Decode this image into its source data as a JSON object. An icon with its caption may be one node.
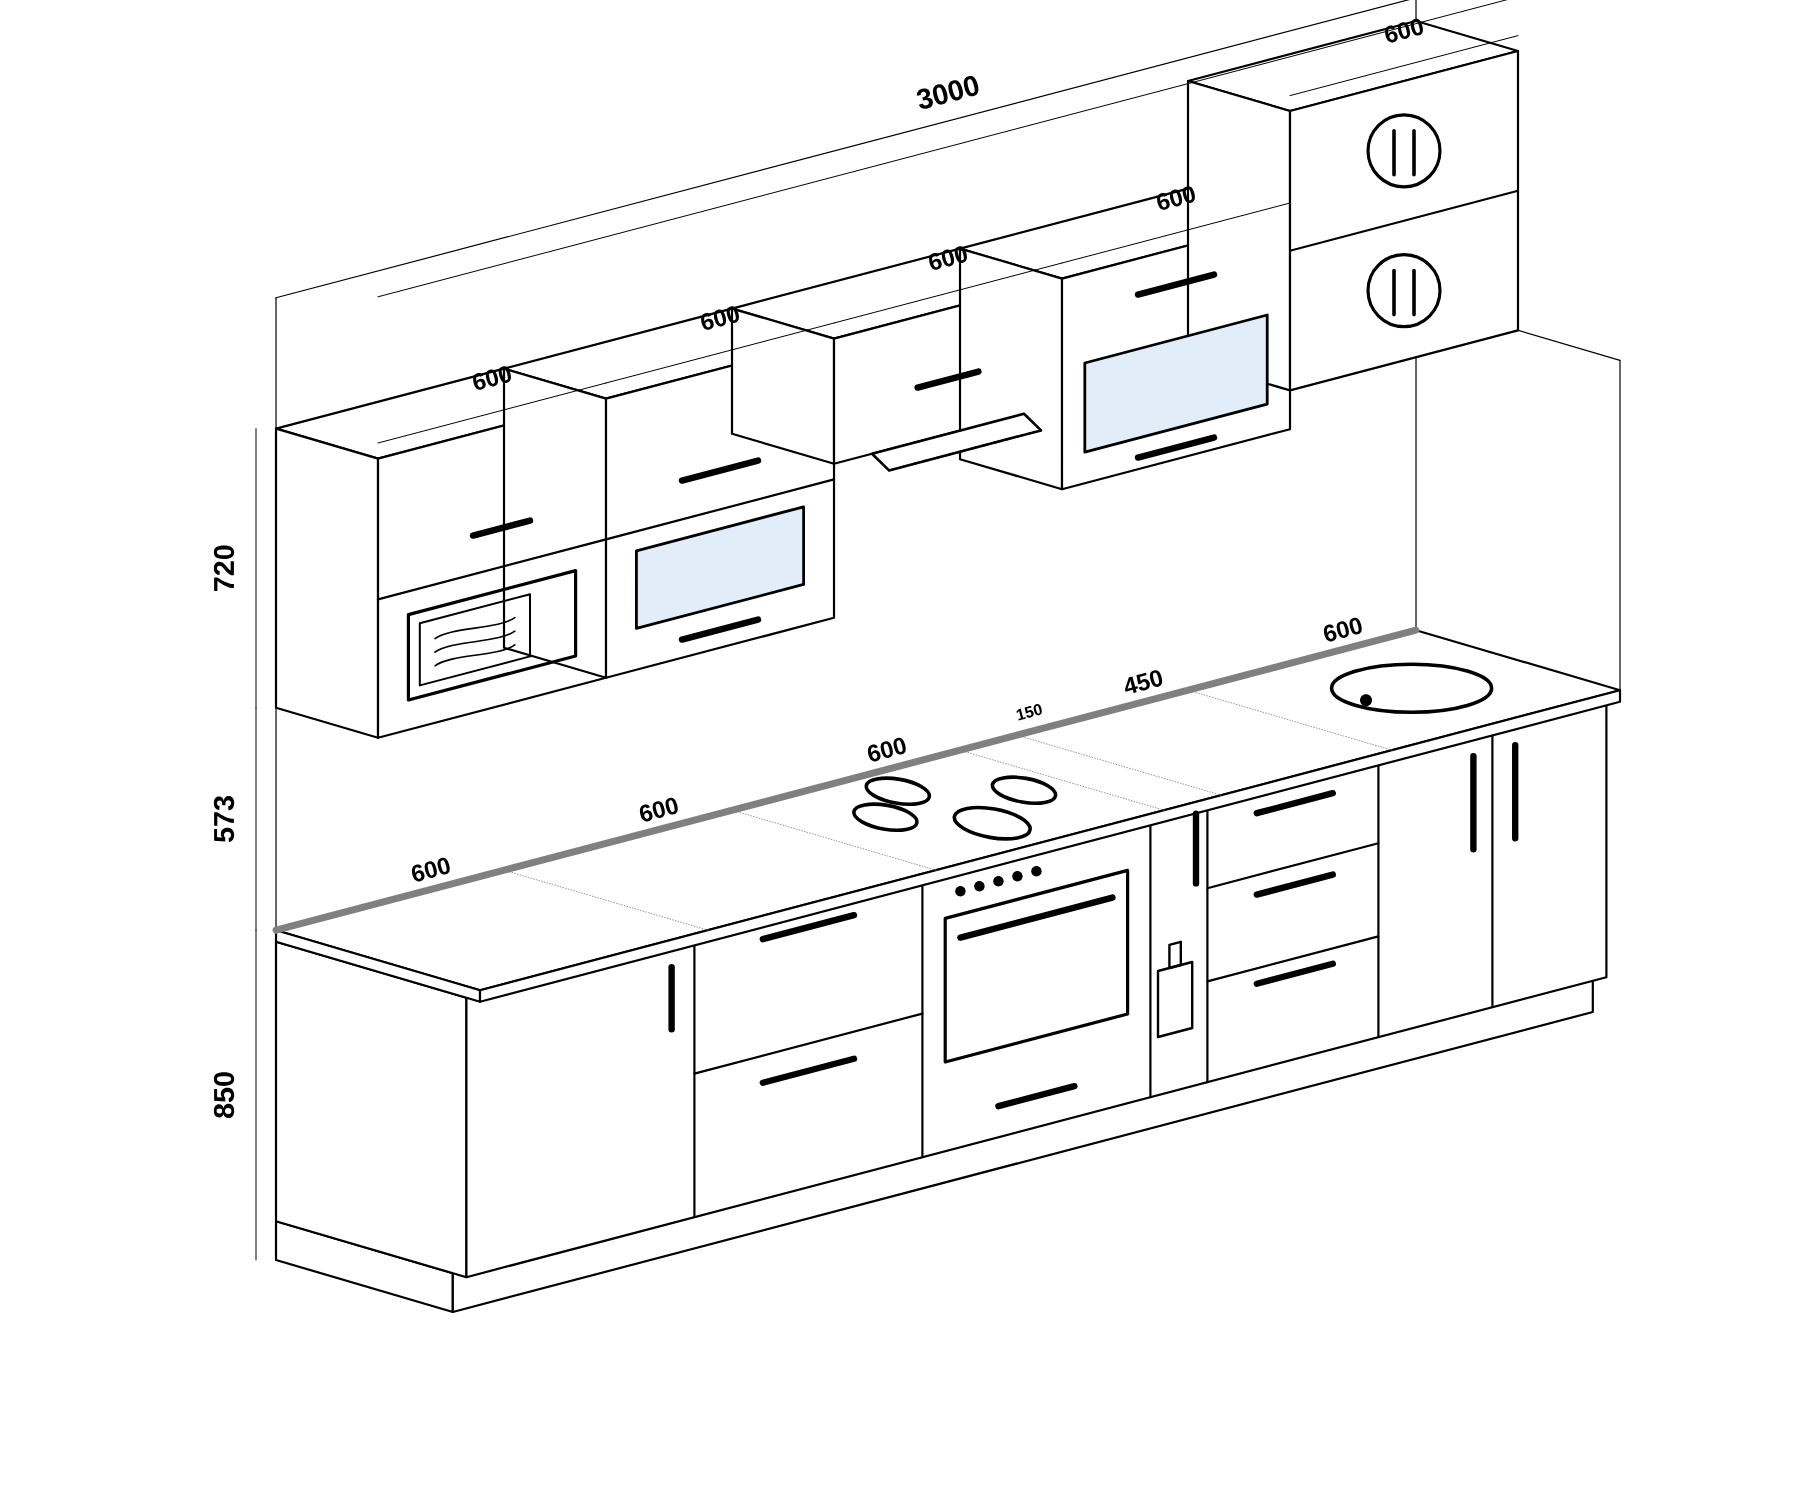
{
  "diagram": {
    "labels": [
      "3000",
      "600",
      "600",
      "600",
      "600",
      "600",
      "720",
      "573",
      "850",
      "600",
      "600",
      "600",
      "150",
      "450",
      "600"
    ]
  }
}
